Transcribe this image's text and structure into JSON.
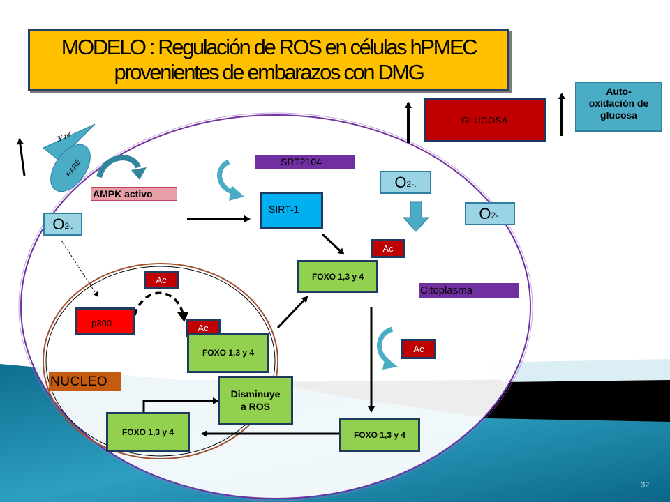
{
  "title": {
    "line1": "MODELO : Regulación de ROS en células hPMEC",
    "line2": "provenientes de embarazos con DMG"
  },
  "glucosa": "GLUCOSA",
  "auto_oxidacion": {
    "line1": "Auto-",
    "line2": "oxidación de",
    "line3": "glucosa"
  },
  "receptor": {
    "age": "AGE",
    "rare": "RARE"
  },
  "ampk": "AMPK activo",
  "srt2104": "SRT2104",
  "sirt1": "SIRT-1",
  "superoxide": {
    "o": "O",
    "sub": "2",
    "charge": "-."
  },
  "acetyl": "Ac",
  "foxo": "FOXO 1,3 y 4",
  "citoplasma": "Citoplasma",
  "p300": "p300",
  "nucleo": "NUCLEO",
  "disminuye": {
    "line1": "Disminuye",
    "line2": "a ROS"
  },
  "page_number": "32",
  "colors": {
    "title_bg": "#ffc000",
    "border_navy": "#1f3a60",
    "foxo_green": "#92d050",
    "acetyl_red": "#c00000",
    "sirt_blue": "#00b0f0",
    "o2_cyan": "#9ad3e4",
    "purple": "#7030a0",
    "nucleo_orange": "#c55a11",
    "background_teal": "#1b88aa"
  },
  "icons": [
    "up-arrow-icon",
    "curved-arrow-icon",
    "down-arrow-icon",
    "receptor-icon"
  ]
}
